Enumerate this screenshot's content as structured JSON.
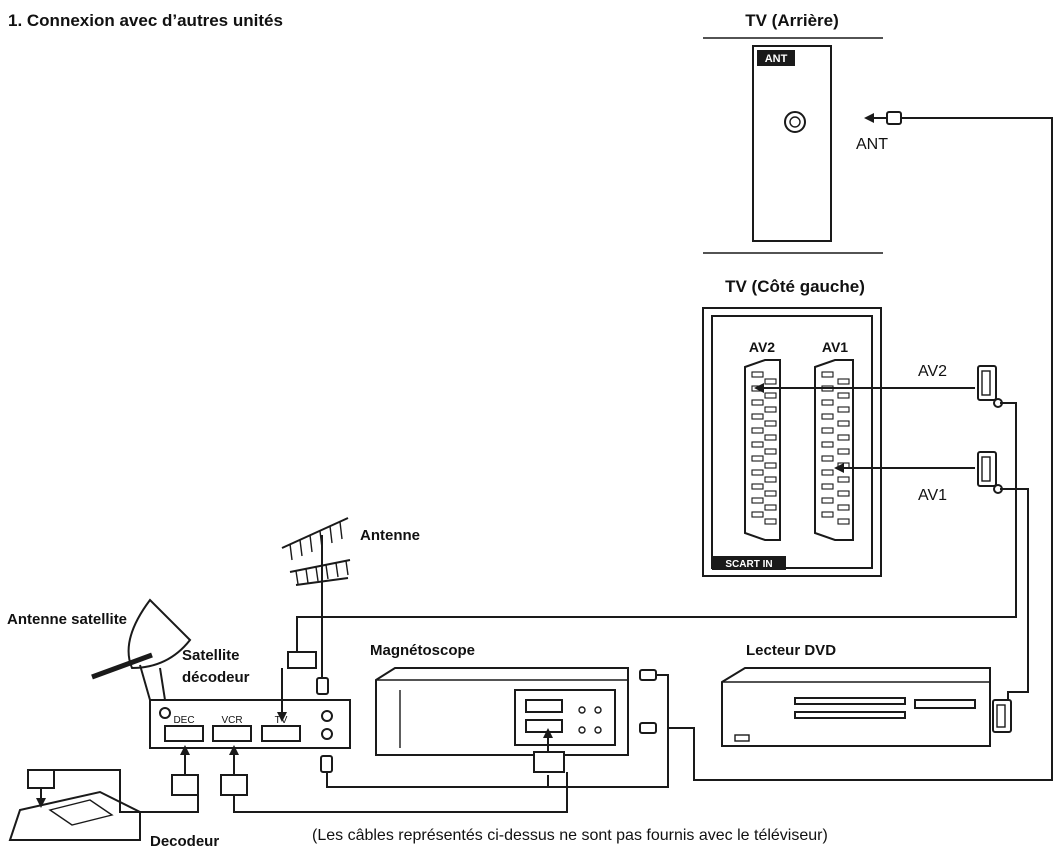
{
  "heading": "1. Connexion avec d’autres unités",
  "tv_rear": {
    "title": "TV (Arrière)",
    "badge": "ANT",
    "port_label": "ANT"
  },
  "tv_side": {
    "title": "TV (Côté gauche)",
    "av2": "AV2",
    "av1": "AV1",
    "badge": "SCART IN",
    "cable_av2": "AV2",
    "cable_av1": "AV1"
  },
  "antenna": "Antenne",
  "satellite_antenna": "Antenne satellite",
  "satellite_decoder": {
    "title_line1": "Satellite",
    "title_line2": "décodeur",
    "dec": "DEC",
    "vcr": "VCR",
    "tv": "TV"
  },
  "vcr": {
    "title": "Magnétoscope"
  },
  "dvd": {
    "title": "Lecteur DVD"
  },
  "decoder": {
    "title": "Decodeur"
  },
  "footnote": "(Les câbles représentés ci-dessus ne sont pas fournis avec le téléviseur)"
}
